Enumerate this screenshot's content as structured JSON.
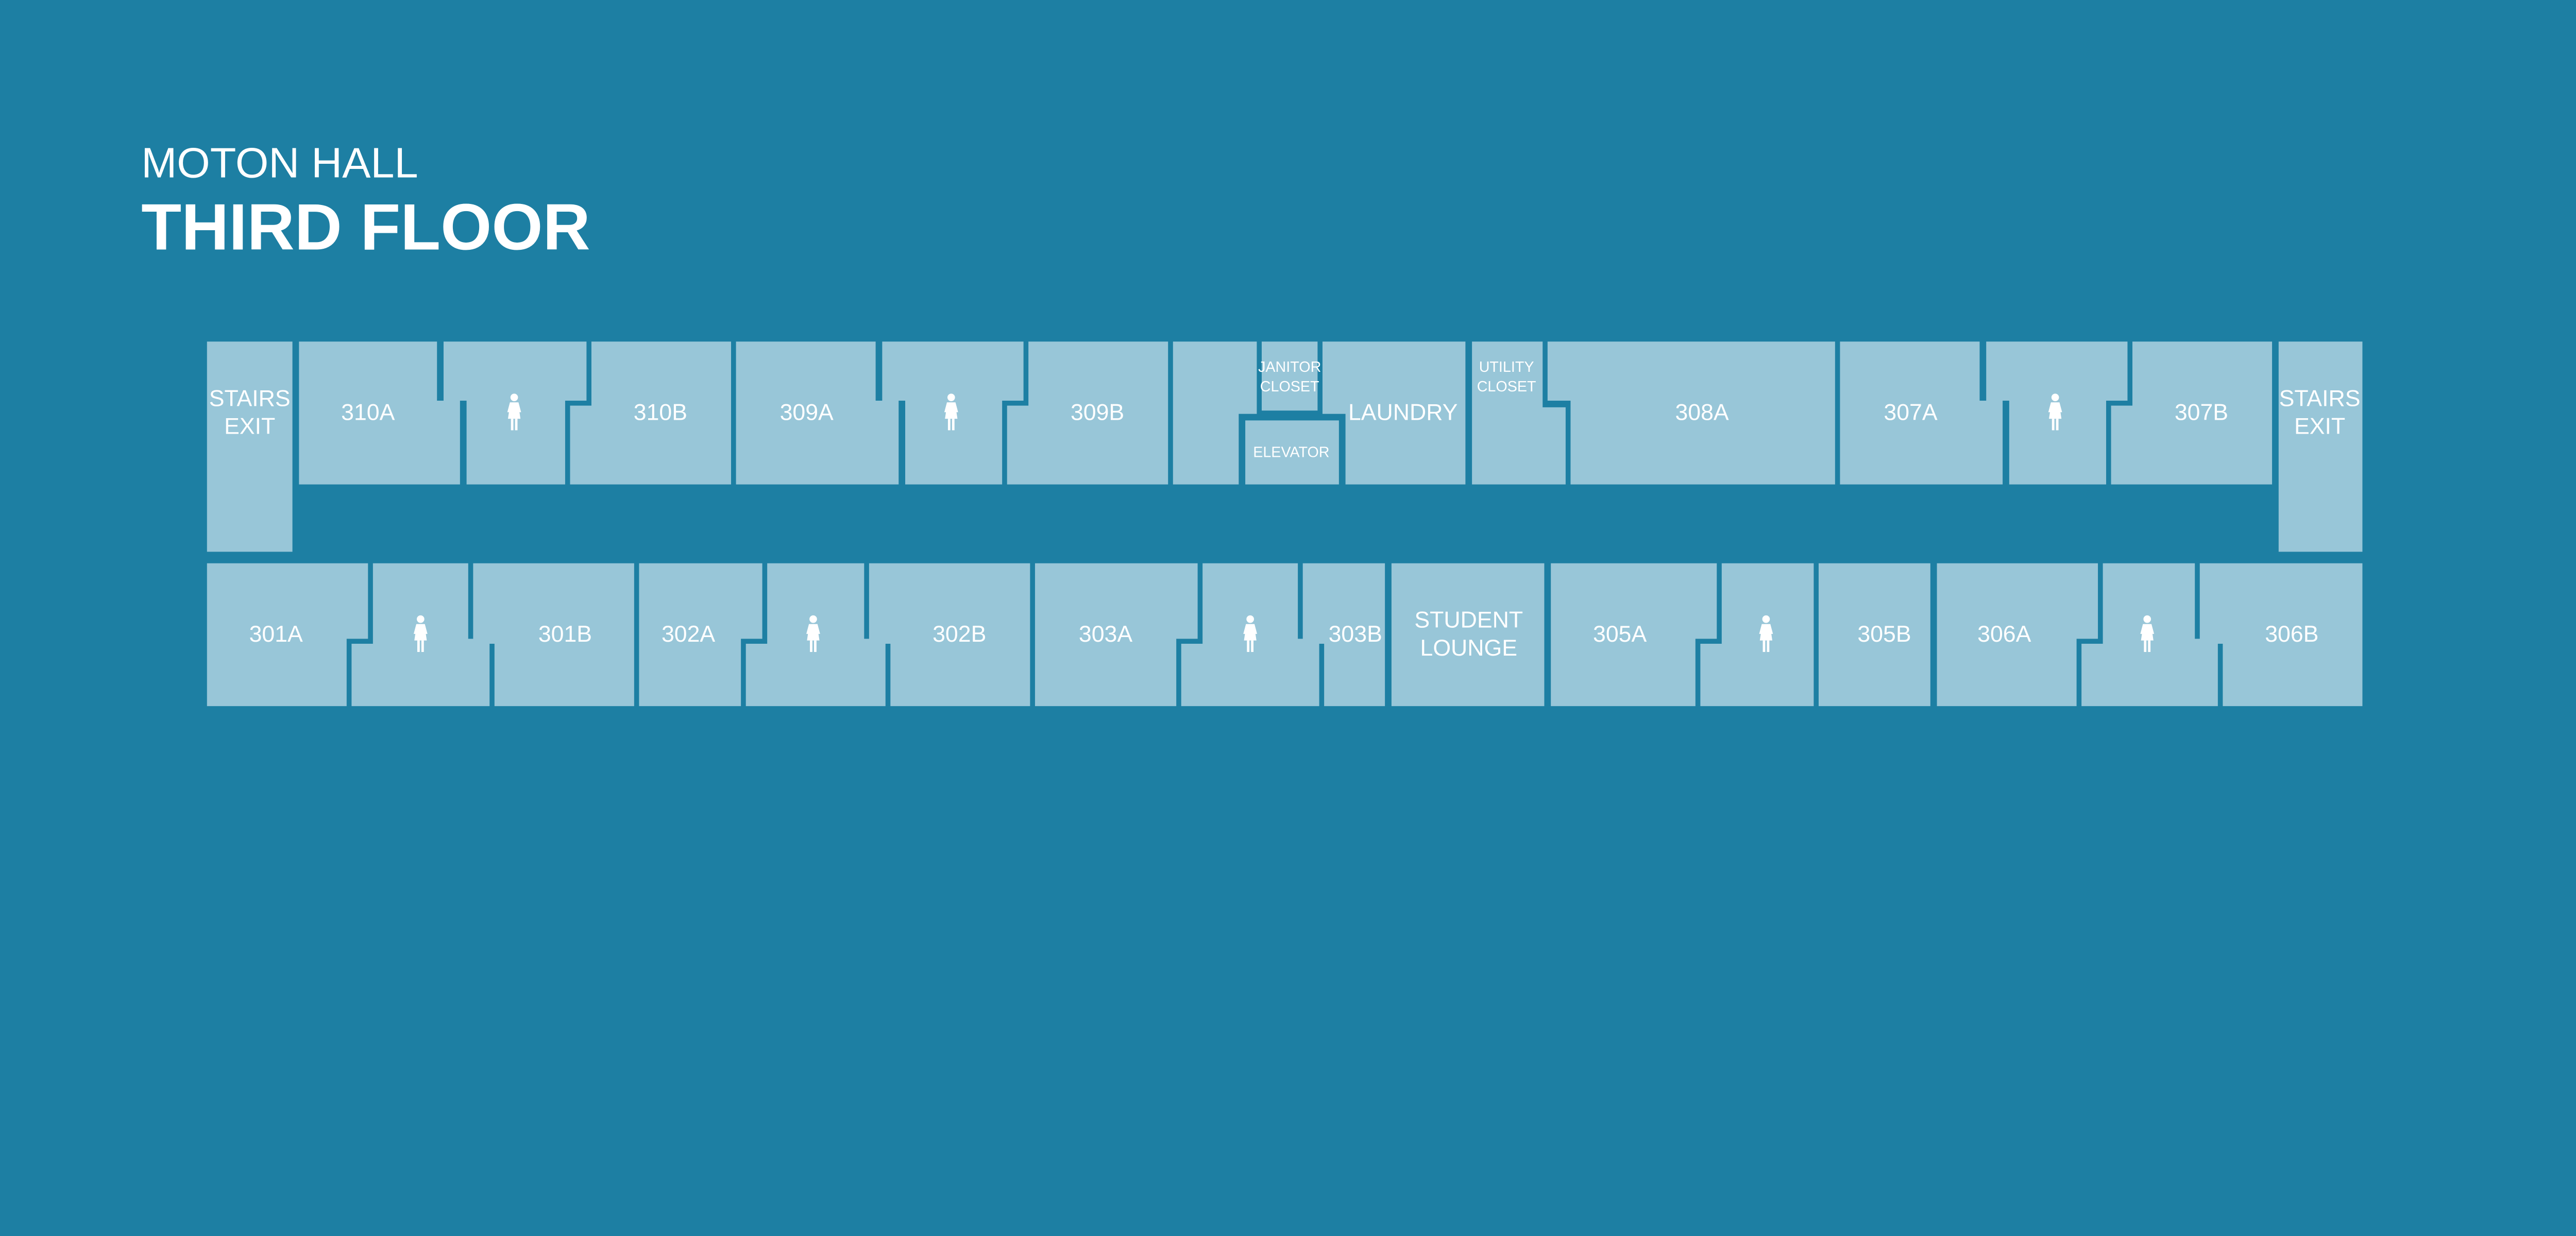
{
  "title": {
    "building": "MOTON HALL",
    "floor": "THIRD FLOOR"
  },
  "colors": {
    "background": "#1d7fa3",
    "room": "#98c6d8",
    "text": "#ffffff"
  },
  "rooms": [
    {
      "id": "stairs-exit-west",
      "lines": [
        "STAIRS",
        "EXIT"
      ]
    },
    {
      "id": "310A",
      "lines": [
        "310A"
      ]
    },
    {
      "id": "restroom-310",
      "lines": [],
      "icon": "female-restroom-icon"
    },
    {
      "id": "310B",
      "lines": [
        "310B"
      ]
    },
    {
      "id": "309A",
      "lines": [
        "309A"
      ]
    },
    {
      "id": "restroom-309",
      "lines": [],
      "icon": "female-restroom-icon"
    },
    {
      "id": "309B",
      "lines": [
        "309B"
      ]
    },
    {
      "id": "unlabeled-room",
      "lines": []
    },
    {
      "id": "janitor-closet",
      "lines": [
        "JANITOR",
        "CLOSET"
      ],
      "small": true
    },
    {
      "id": "elevator",
      "lines": [
        "ELEVATOR"
      ],
      "small": true
    },
    {
      "id": "laundry",
      "lines": [
        "LAUNDRY"
      ]
    },
    {
      "id": "utility-closet",
      "lines": [
        "UTILITY",
        "CLOSET"
      ],
      "small": true
    },
    {
      "id": "308A",
      "lines": [
        "308A"
      ]
    },
    {
      "id": "307A",
      "lines": [
        "307A"
      ]
    },
    {
      "id": "restroom-307",
      "lines": [],
      "icon": "female-restroom-icon"
    },
    {
      "id": "307B",
      "lines": [
        "307B"
      ]
    },
    {
      "id": "stairs-exit-east",
      "lines": [
        "STAIRS",
        "EXIT"
      ]
    },
    {
      "id": "301A",
      "lines": [
        "301A"
      ]
    },
    {
      "id": "restroom-301",
      "lines": [],
      "icon": "female-restroom-icon"
    },
    {
      "id": "301B",
      "lines": [
        "301B"
      ]
    },
    {
      "id": "302A",
      "lines": [
        "302A"
      ]
    },
    {
      "id": "restroom-302",
      "lines": [],
      "icon": "female-restroom-icon"
    },
    {
      "id": "302B",
      "lines": [
        "302B"
      ]
    },
    {
      "id": "303A",
      "lines": [
        "303A"
      ]
    },
    {
      "id": "restroom-303",
      "lines": [],
      "icon": "female-restroom-icon"
    },
    {
      "id": "303B",
      "lines": [
        "303B"
      ]
    },
    {
      "id": "student-lounge",
      "lines": [
        "STUDENT",
        "LOUNGE"
      ]
    },
    {
      "id": "305A",
      "lines": [
        "305A"
      ]
    },
    {
      "id": "restroom-305",
      "lines": [],
      "icon": "female-restroom-icon"
    },
    {
      "id": "305B",
      "lines": [
        "305B"
      ]
    },
    {
      "id": "306A",
      "lines": [
        "306A"
      ]
    },
    {
      "id": "restroom-306",
      "lines": [],
      "icon": "female-restroom-icon"
    },
    {
      "id": "306B",
      "lines": [
        "306B"
      ]
    }
  ]
}
